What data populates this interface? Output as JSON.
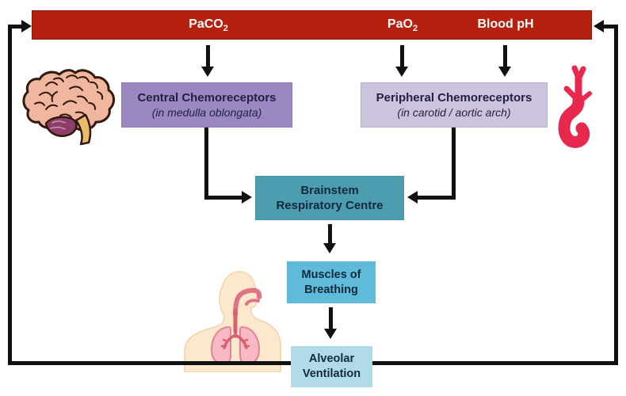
{
  "diagram": {
    "top_bar": {
      "bg_color": "#B5200F",
      "text_color": "#FFFFFF",
      "items": [
        {
          "base": "PaCO",
          "sub": "2"
        },
        {
          "base": "PaO",
          "sub": "2"
        },
        {
          "base": "Blood pH",
          "sub": ""
        }
      ]
    },
    "nodes": {
      "central": {
        "title": "Central Chemoreceptors",
        "subtitle": "(in medulla oblongata)",
        "bg_color": "#9A89C0"
      },
      "peripheral": {
        "title": "Peripheral Chemoreceptors",
        "subtitle": "(in carotid / aortic arch)",
        "bg_color": "#CCC3DC"
      },
      "brainstem": {
        "line1": "Brainstem",
        "line2": "Respiratory Centre",
        "bg_color": "#4C9DB0"
      },
      "muscles": {
        "line1": "Muscles of",
        "line2": "Breathing",
        "bg_color": "#5FBBD9"
      },
      "alveolar": {
        "line1": "Alveolar",
        "line2": "Ventilation",
        "bg_color": "#B2DBE9"
      }
    },
    "illustrations": {
      "brain": "brain-icon",
      "aorta": "carotid-aortic-arch-icon",
      "torso": "human-torso-lungs-icon"
    },
    "arrow_color": "#111111"
  }
}
